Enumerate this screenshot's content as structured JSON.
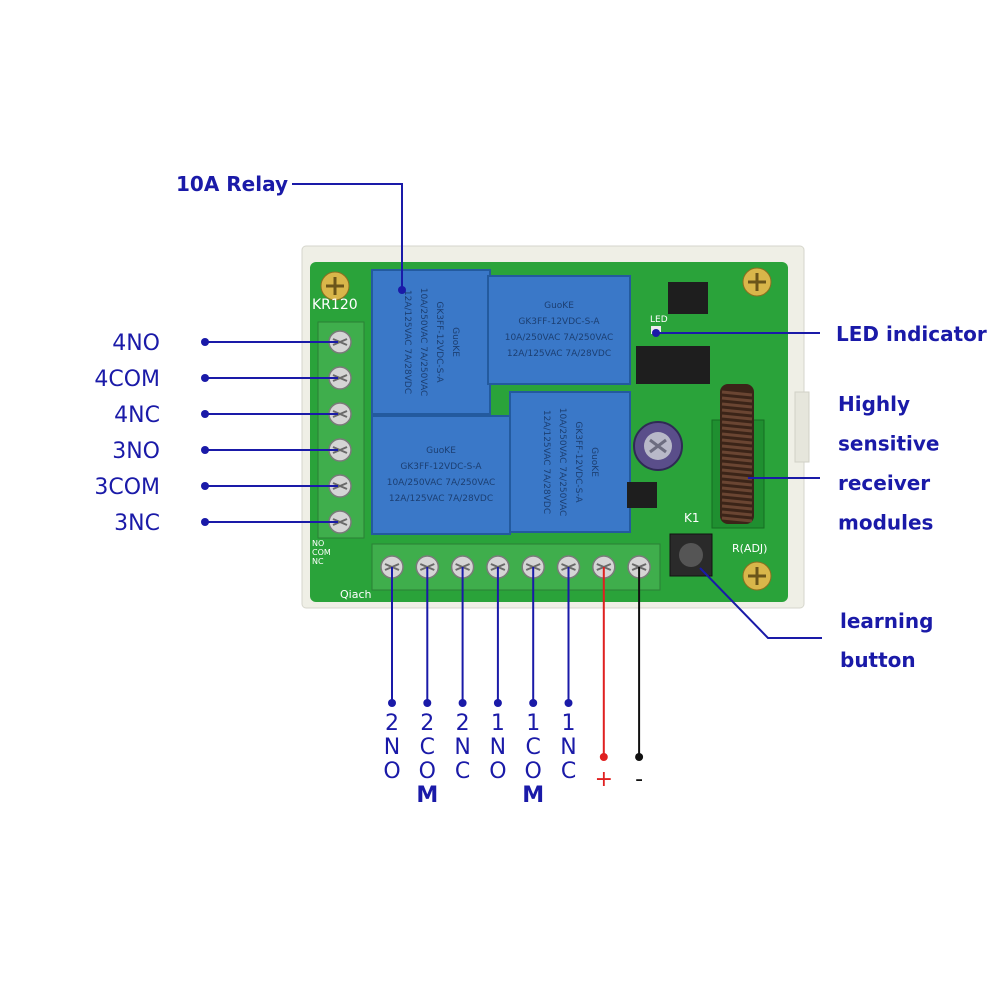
{
  "colors": {
    "label": "#1a1aa8",
    "line": "#1a1aa8",
    "pcb": "#2aa33a",
    "terminal": "#3fae4c",
    "relay": "#3a78c8",
    "case": "#efefe6",
    "plus": "#e02020",
    "minus": "#111111"
  },
  "callouts": {
    "relay": "10A Relay",
    "led": "LED indicator",
    "receiver": [
      "Highly",
      "sensitive",
      "receiver",
      "modules"
    ],
    "learning": [
      "learning",
      "button"
    ]
  },
  "left_pins": [
    "4NO",
    "4COM",
    "4NC",
    "3NO",
    "3COM",
    "3NC"
  ],
  "bottom_pins": [
    {
      "chars": [
        "2",
        "N",
        "O"
      ],
      "bold_last": false
    },
    {
      "chars": [
        "2",
        "C",
        "O",
        "M"
      ],
      "bold_last": true
    },
    {
      "chars": [
        "2",
        "N",
        "C"
      ],
      "bold_last": false
    },
    {
      "chars": [
        "1",
        "N",
        "O"
      ],
      "bold_last": false
    },
    {
      "chars": [
        "1",
        "C",
        "O",
        "M"
      ],
      "bold_last": true
    },
    {
      "chars": [
        "1",
        "N",
        "C"
      ],
      "bold_last": false
    }
  ],
  "power": {
    "plus": "+",
    "minus": "-"
  },
  "board": {
    "model": "KR120",
    "brand": "Qiach",
    "led_mark": "LED",
    "k1": "K1",
    "radj": "R(ADJ)",
    "pcb_marks": [
      "NO",
      "COM",
      "NC"
    ],
    "relay_brand": "GuoKE",
    "relay_model": "GK3FF-12VDC-S-A",
    "relay_rating1": "10A/250VAC",
    "relay_rating2": "12A/125VAC",
    "relay_rating3": "7A/250VAC",
    "relay_rating4": "7A/28VDC"
  }
}
